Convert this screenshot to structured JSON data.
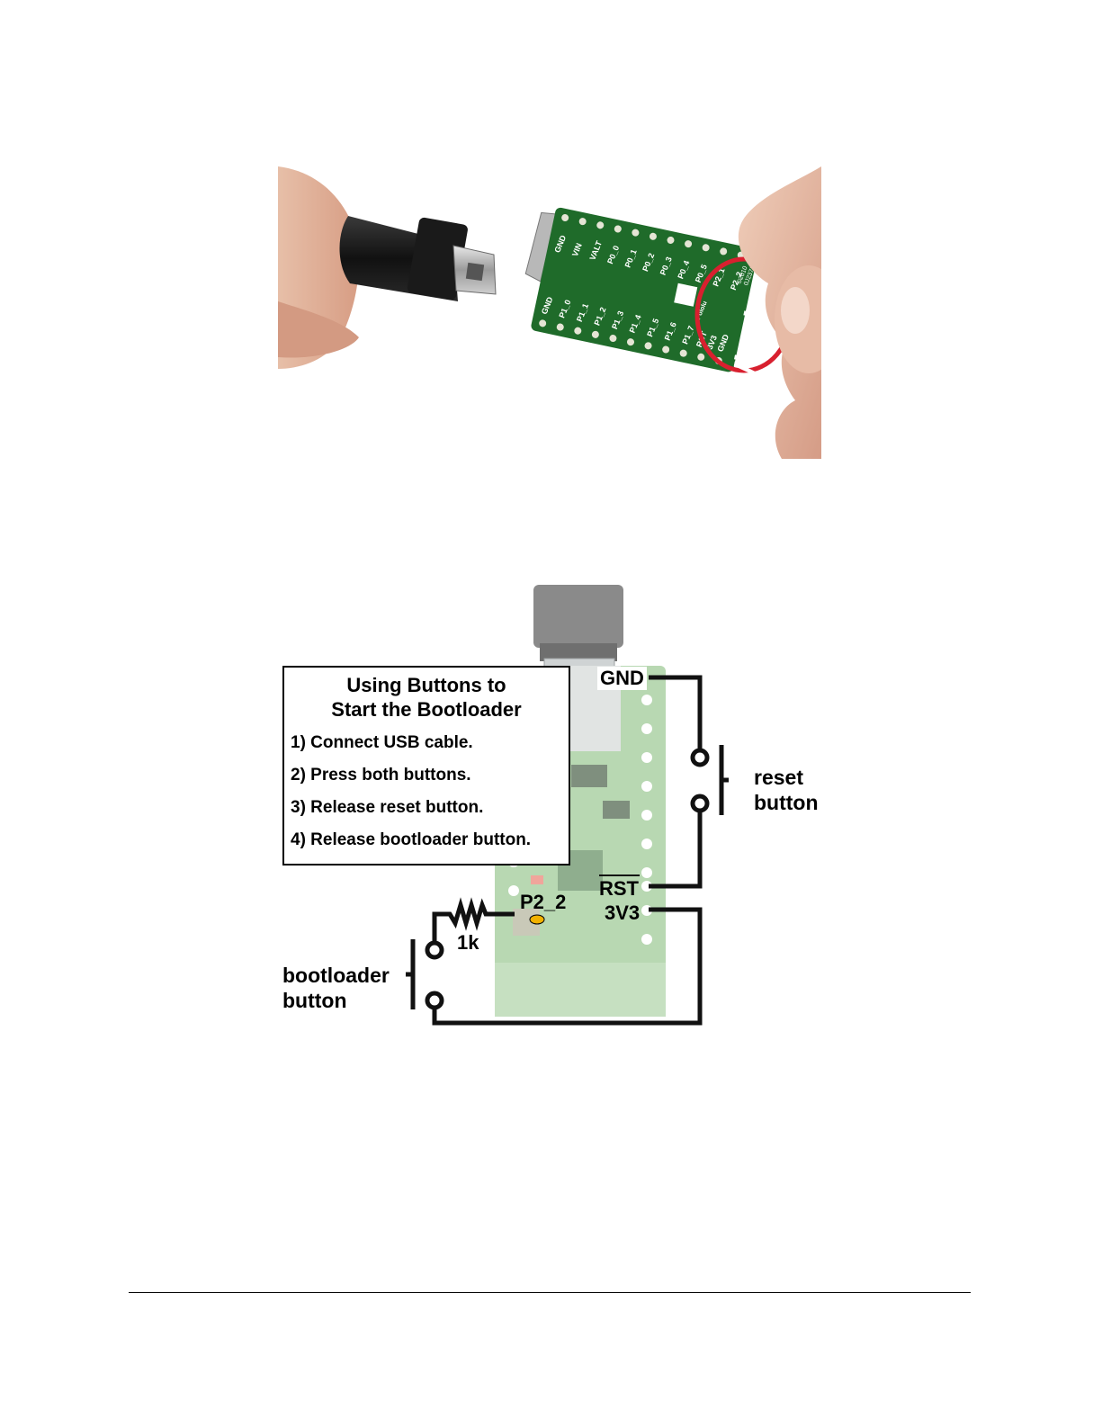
{
  "photo": {
    "pcb_labels": {
      "top": [
        "GND",
        "VIN",
        "VALT",
        "P0_0",
        "P0_1",
        "P0_2",
        "P0_3",
        "P0_4",
        "P0_5",
        "P2_1",
        "P2_2"
      ],
      "bottom": [
        "GND",
        "P1_0",
        "P1_1",
        "P1_2",
        "P1_3",
        "P1_4",
        "P1_5",
        "P1_6",
        "P1_7",
        "RST",
        "3V3",
        "GND"
      ],
      "brand": "Wixel",
      "maker": "Pololu",
      "copyright": "©2010",
      "part": "0J2377"
    }
  },
  "diagram": {
    "title_lines": [
      "Using Buttons to",
      "Start the Bootloader"
    ],
    "steps": [
      "1) Connect USB cable.",
      "2) Press both buttons.",
      "3) Release reset button.",
      "4) Release bootloader button."
    ],
    "pin_gnd": "GND",
    "pin_rst": "RST",
    "pin_3v3": "3V3",
    "pin_p2_2": "P2_2",
    "resistor": "1k",
    "reset_label": [
      "reset",
      "button"
    ],
    "bootloader_label": [
      "bootloader",
      "button"
    ]
  },
  "colors": {
    "pcb_green": "#1f6b2a",
    "pcb_light_green": "#9ccf9c",
    "wire": "#111111",
    "ring_red": "#d8202f"
  }
}
